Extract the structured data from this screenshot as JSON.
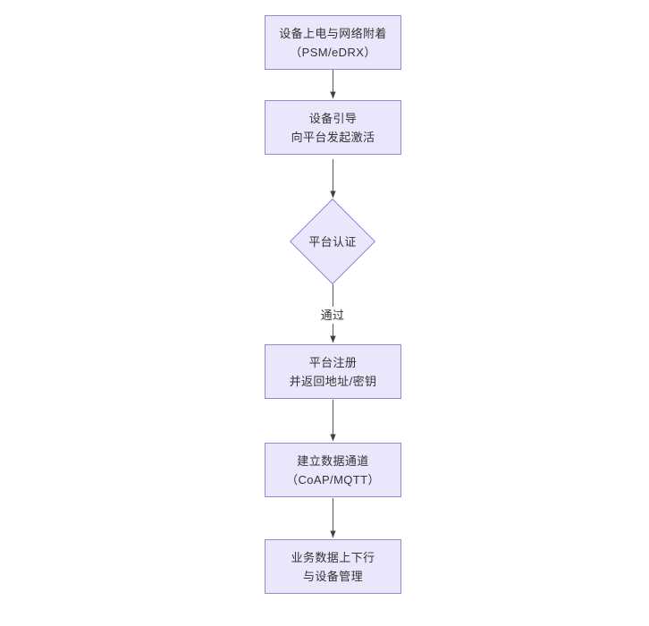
{
  "diagram": {
    "type": "flowchart",
    "orientation": "top-to-bottom",
    "title_visible": false,
    "background_color": "#ffffff",
    "node_fill_color": "#e9e7fb",
    "node_border_color": "#a27fd6",
    "text_color": "#333333",
    "connector_color": "#555555",
    "nodes": [
      {
        "id": "n1",
        "shape": "rectangle",
        "line1": "设备上电与网络附着",
        "line2": "（PSM/eDRX）"
      },
      {
        "id": "n2",
        "shape": "rectangle",
        "line1": "设备引导",
        "line2": "向平台发起激活"
      },
      {
        "id": "n3",
        "shape": "diamond",
        "line1": "平台认证",
        "line2": ""
      },
      {
        "id": "n4",
        "shape": "rectangle",
        "line1": "平台注册",
        "line2": "并返回地址/密钥"
      },
      {
        "id": "n5",
        "shape": "rectangle",
        "line1": "建立数据通道",
        "line2": "（CoAP/MQTT）"
      },
      {
        "id": "n6",
        "shape": "rectangle",
        "line1": "业务数据上下行",
        "line2": "与设备管理"
      }
    ],
    "edges": [
      {
        "id": "e1",
        "from": "n1",
        "to": "n2",
        "label": ""
      },
      {
        "id": "e2",
        "from": "n2",
        "to": "n3",
        "label": ""
      },
      {
        "id": "e3",
        "from": "n3",
        "to": "n4",
        "label": "通过"
      },
      {
        "id": "e4",
        "from": "n4",
        "to": "n5",
        "label": ""
      },
      {
        "id": "e5",
        "from": "n5",
        "to": "n6",
        "label": ""
      }
    ]
  }
}
